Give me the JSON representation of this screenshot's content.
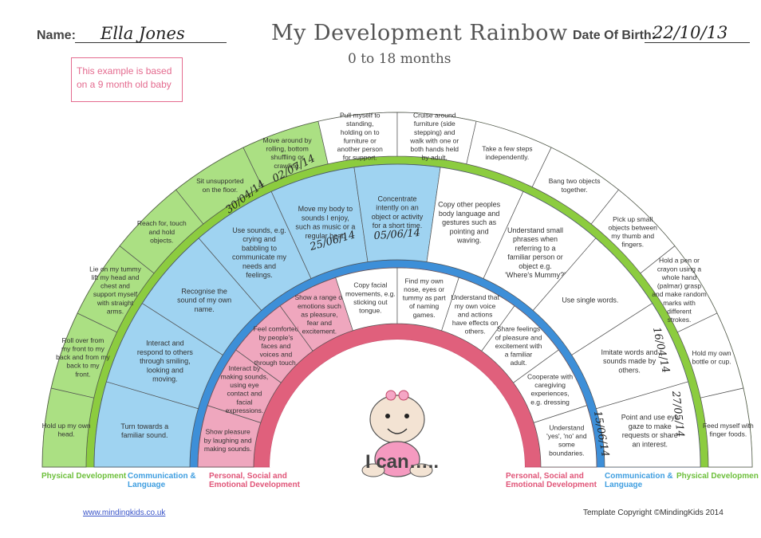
{
  "header": {
    "name_label": "Name:",
    "name_value": "Ella Jones",
    "title": "My Development Rainbow",
    "subtitle": "0 to 18 months",
    "dob_label": "Date Of Birth:",
    "dob_value": "22/10/13"
  },
  "note": "This example is based on a 9 month old baby",
  "center_text": "I can…..",
  "colors": {
    "physical": "#8fd65a",
    "communication": "#7fc4ec",
    "personal": "#ea8aa8",
    "pink_band": "#e0607c",
    "blue_band": "#3d8fd8",
    "green_band": "#8ccc3f"
  },
  "rings": {
    "physical": [
      "Hold up my own head.",
      "Roll over from my front to my back and from my back to my front.",
      "Lie on my tummy lift my head and chest and support myself with straight arms.",
      "Reach for, touch and hold objects.",
      "Sit unsupported on the floor.",
      "Move around by rolling, bottom shuffling or crawling.",
      "Pull myself to standing, holding on to furniture or another person for support.",
      "Cruise around furniture (side stepping) and walk with one or both hands held by adult.",
      "Take a few steps independently.",
      "Bang two objects together.",
      "Pick up small objects between my thumb and fingers.",
      "Hold a pen or crayon using a whole hand (palmar) grasp and make random marks with different strokes.",
      "Hold my own bottle or cup.",
      "Feed myself with finger foods."
    ],
    "communication": [
      "Turn towards a familiar sound.",
      "Interact and respond to others through smiling, looking and moving.",
      "Recognise the sound of my own name.",
      "Use sounds, e.g. crying and babbling to communicate my needs and feelings.",
      "Move my body to sounds I enjoy, such as music or a regular beat.",
      "Concentrate intently on an object or activity for a short time.",
      "Copy other peoples body language and gestures such as pointing and waving.",
      "Understand small phrases when referring to a familiar person or object e.g. 'Where's Mummy?'",
      "Use single words.",
      "Imitate words and sounds made by others.",
      "Point and use eye gaze to make requests or share an interest."
    ],
    "personal": [
      "Show pleasure by laughing and making sounds.",
      "Interact by making sounds, using eye contact and facial expressions.",
      "Feel comforted by people's faces and voices and through touch.",
      "Show a range of emotions such as pleasure, fear and excitement.",
      "Copy facial movements, e.g. sticking out tongue.",
      "Find my own nose, eyes or tummy as part of naming games.",
      "Understand that my own voice and actions have effects on others.",
      "Share feelings of pleasure and excitement with a familiar adult.",
      "Cooperate with caregiving experiences, e.g. dressing",
      "Understand 'yes', 'no' and some boundaries."
    ]
  },
  "completed": {
    "physical": 6,
    "communication": 6,
    "personal": 4
  },
  "dates": {
    "physical_1": "30/04/14",
    "physical_2": "02/07/14",
    "comm_1": "25/06/14",
    "comm_2": "05/06/14",
    "right_1": "16/04/14",
    "right_2": "27/05/14",
    "right_3": "15/06/14"
  },
  "legend": {
    "physical": "Physical Development",
    "communication_line1": "Communication &",
    "communication_line2": "Language",
    "personal_line1": "Personal, Social and",
    "personal_line2": "Emotional Development",
    "physical_right": "Physical Developmen"
  },
  "footer": {
    "website": "www.mindingkids.co.uk",
    "copyright": "Template Copyright ©MindingKids 2014"
  }
}
